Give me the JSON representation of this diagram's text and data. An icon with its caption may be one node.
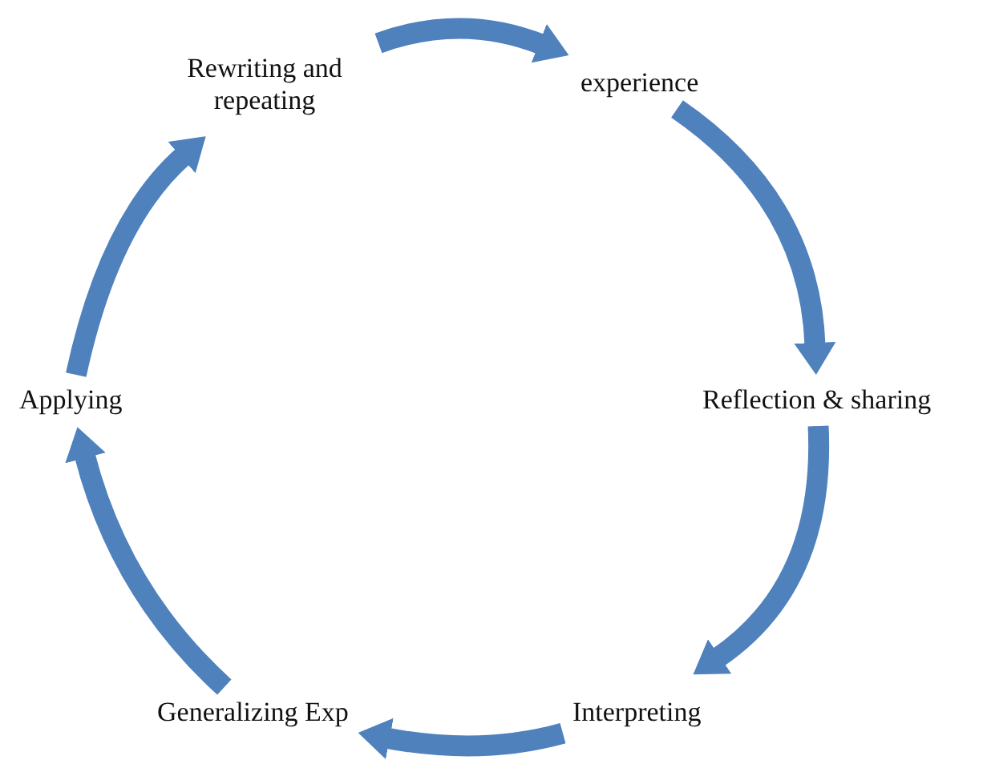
{
  "diagram": {
    "nodes": [
      {
        "text": [
          "Rewriting and repeating"
        ]
      },
      {
        "text": [
          "experience"
        ]
      },
      {
        "text": [
          "Reflection & sharing"
        ]
      },
      {
        "text": [
          "Interpreting"
        ]
      },
      {
        "text": [
          "Generalizing Exp"
        ]
      },
      {
        "text": [
          "Applying"
        ]
      }
    ],
    "edges": [
      {
        "from": 0,
        "to": 1,
        "arrow": "to"
      },
      {
        "from": 1,
        "to": 2,
        "arrow": "to"
      },
      {
        "from": 2,
        "to": 3,
        "arrow": "to"
      },
      {
        "from": 3,
        "to": 4,
        "arrow": "to"
      },
      {
        "from": 4,
        "to": 5,
        "arrow": "to"
      },
      {
        "from": 5,
        "to": 0,
        "arrow": "to"
      }
    ]
  }
}
